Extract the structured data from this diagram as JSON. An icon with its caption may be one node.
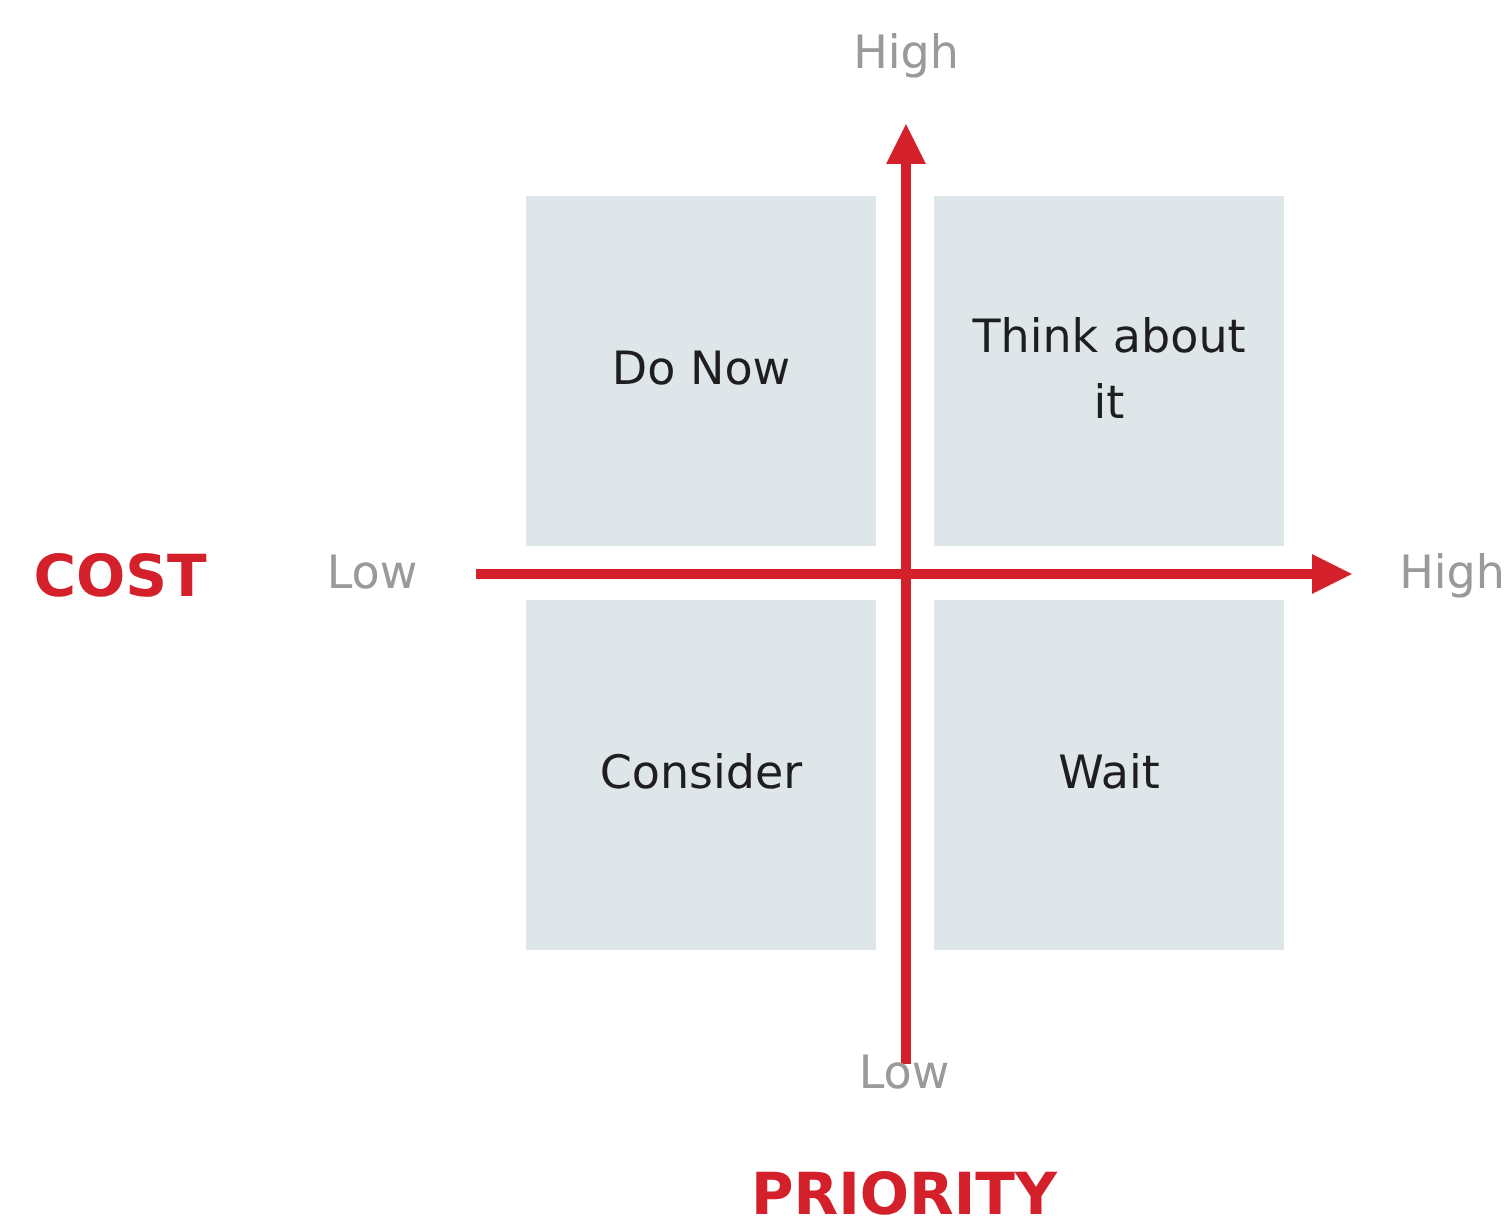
{
  "diagram": {
    "nodes": [
      {
        "text": [
          "Do Now"
        ]
      },
      {
        "text": [
          "Think about it"
        ]
      },
      {
        "text": [
          "Consider"
        ]
      },
      {
        "text": [
          "Wait"
        ]
      }
    ],
    "labels": [
      "High",
      "COST",
      "Low",
      "High",
      "Low",
      "PRIORITY"
    ]
  }
}
